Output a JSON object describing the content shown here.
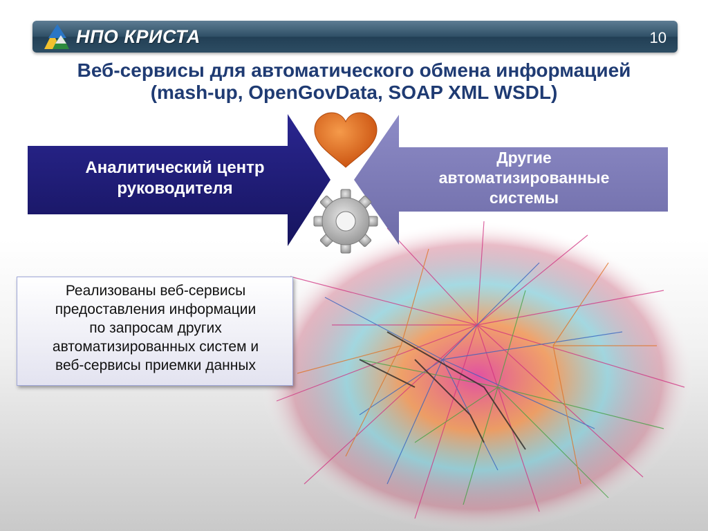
{
  "header": {
    "logo_text": "НПО КРИСТА",
    "page_number": "10"
  },
  "title": {
    "line1": "Веб-сервисы для автоматического обмена информацией",
    "line2": "(mash-up, OpenGovData, SOAP XML WSDL)"
  },
  "diagram": {
    "left_box": {
      "line1": "Аналитический центр",
      "line2": "руководителя"
    },
    "right_box": {
      "line1": "Другие",
      "line2": "автоматизированные",
      "line3": "системы"
    },
    "icons": [
      "heart-icon",
      "gear-icon"
    ],
    "colors": {
      "left": "#1c1a7a",
      "right": "#7a78b4",
      "heart": "#e0661f",
      "gear": "#a8a8a8"
    }
  },
  "info_box": {
    "lines": [
      "Реализованы веб-сервисы",
      "предоставления информации",
      "по запросам других",
      "автоматизированных систем и",
      "веб-сервисы приемки данных"
    ]
  },
  "brand_color": "#2d4d63",
  "title_color": "#1f3b73"
}
